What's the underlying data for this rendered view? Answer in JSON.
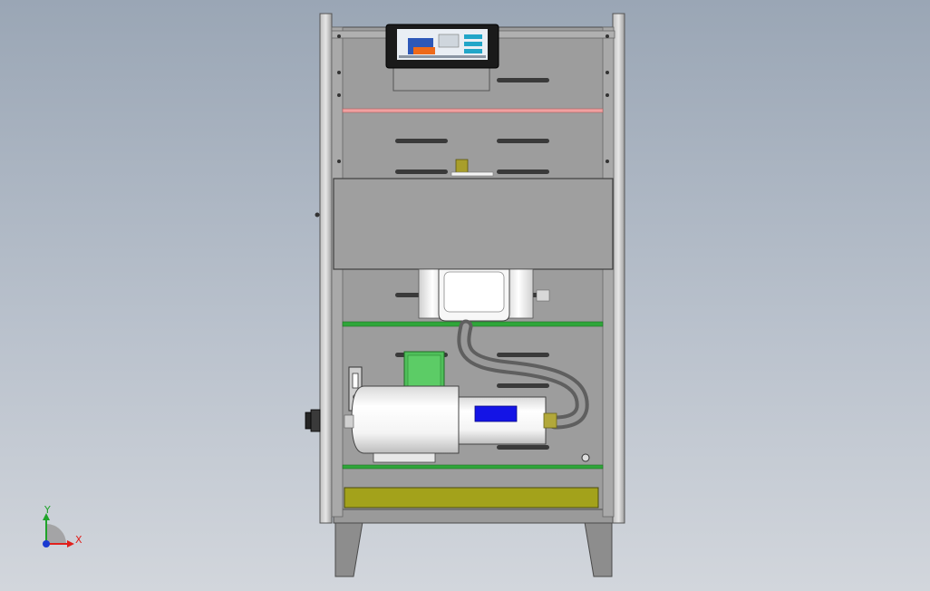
{
  "triad": {
    "x_label": "X",
    "y_label": "Y",
    "x_color": "#e0201c",
    "y_color": "#1fa32a",
    "z_color": "#1a3ad1"
  },
  "colors": {
    "frame": "#8c8c8c",
    "panel": "#9b9b9b",
    "shelf_green": "#2fa63a",
    "divider_red": "#f0a0a0",
    "base_tray": "#a3a21b",
    "fitting": "#b2a83a",
    "terminal_box": "#4fbf5a",
    "coupling": "#1414e6",
    "motor": "#f2f2f2",
    "screen_bezel": "#1a1a1a"
  },
  "parts": [
    "cabinet-frame",
    "hmi-touchscreen",
    "ventilation-slots",
    "upper-divider",
    "front-cover-plate",
    "pump-head",
    "flexible-hose",
    "electric-motor",
    "motor-terminal-box",
    "shaft-coupling",
    "middle-shelf",
    "lower-shelf",
    "base-tray",
    "support-legs",
    "side-connector"
  ]
}
